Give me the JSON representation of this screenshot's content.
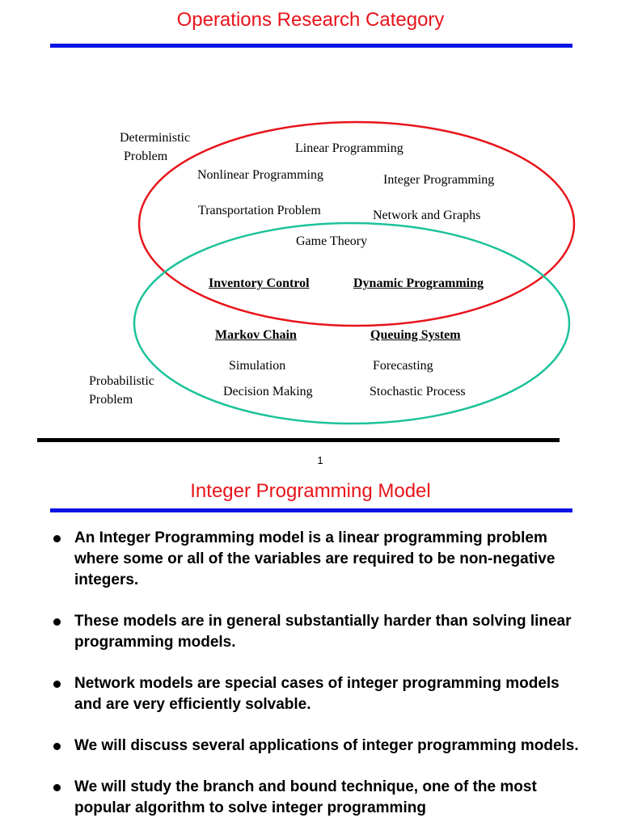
{
  "slide1": {
    "title": "Operations Research Category",
    "deterministic_label": [
      "Deterministic",
      "Problem"
    ],
    "probabilistic_label": [
      "Probabilistic",
      "Problem"
    ],
    "items": {
      "linear_programming": "Linear Programming",
      "nonlinear_programming": "Nonlinear Programming",
      "integer_programming": "Integer Programming",
      "transportation_problem": "Transportation Problem",
      "network_and_graphs": "Network and Graphs",
      "game_theory": "Game Theory",
      "inventory_control": "Inventory Control",
      "dynamic_programming": "Dynamic Programming",
      "markov_chain": "Markov Chain",
      "queuing_system": "Queuing System",
      "simulation": "Simulation",
      "forecasting": "Forecasting",
      "decision_making": "Decision Making",
      "stochastic_process": "Stochastic Process"
    },
    "page_number": "1",
    "colors": {
      "deterministic_ellipse": "#e8141b",
      "probabilistic_ellipse": "#1cc29a"
    }
  },
  "slide2": {
    "title": "Integer Programming Model",
    "bullets": [
      "An Integer Programming model is a linear programming problem where some or all of the variables are required to be non-negative integers.",
      "These models are in general substantially harder than solving linear programming models.",
      "Network models are special cases of integer programming models and are very efficiently solvable.",
      "We will discuss several applications of integer programming models.",
      "We will study the branch and bound technique, one of the most popular algorithm to solve integer programming"
    ]
  },
  "colors": {
    "title_red": "#e8141b",
    "rule_blue": "#0a14e6"
  }
}
